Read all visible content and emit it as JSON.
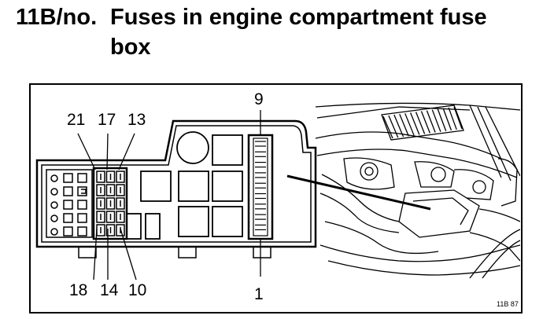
{
  "heading": {
    "code": "11B/no.",
    "title_line1": "Fuses in engine compartment fuse",
    "title_line2": "box"
  },
  "callouts": {
    "top": [
      "21",
      "17",
      "13"
    ],
    "bottom": [
      "18",
      "14",
      "10"
    ],
    "strip_top": "9",
    "strip_bottom": "1"
  },
  "figure_ref": "11B 87",
  "colors": {
    "ink": "#000000",
    "paper": "#ffffff"
  }
}
